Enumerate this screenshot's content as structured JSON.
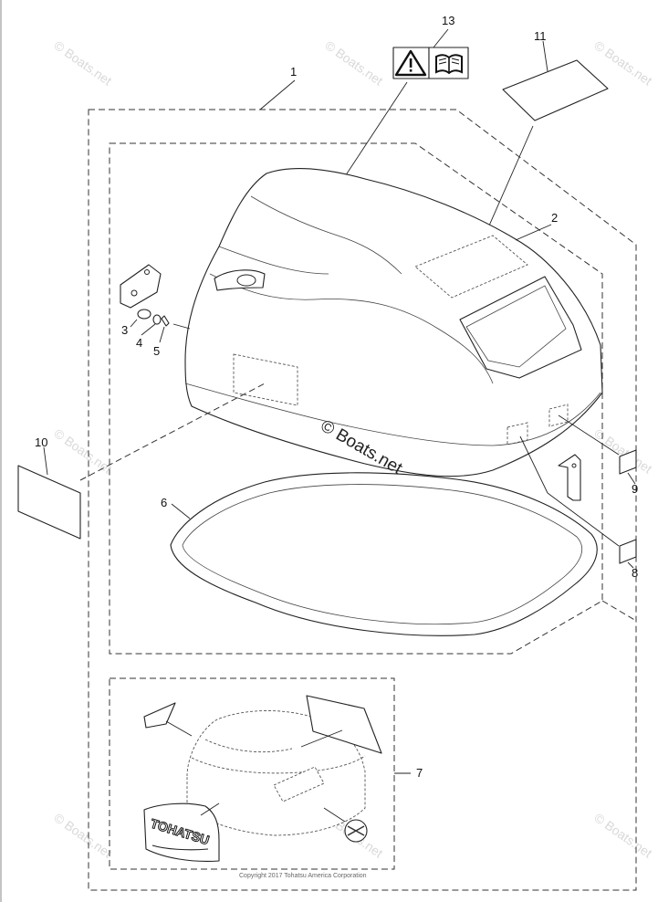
{
  "callouts": {
    "c1": "1",
    "c2": "2",
    "c3": "3",
    "c4": "4",
    "c5": "5",
    "c6": "6",
    "c7": "7",
    "c8": "8",
    "c9": "9",
    "c10": "10",
    "c11": "11",
    "c13": "13"
  },
  "watermark": {
    "text": "© Boats.net",
    "center_text": "© Boats.net"
  },
  "logo_text": "TOHATSU",
  "copyright": "Copyright 2017 Tohatsu America Corporation",
  "icons": [
    "warning-triangle-icon",
    "manual-book-icon"
  ]
}
